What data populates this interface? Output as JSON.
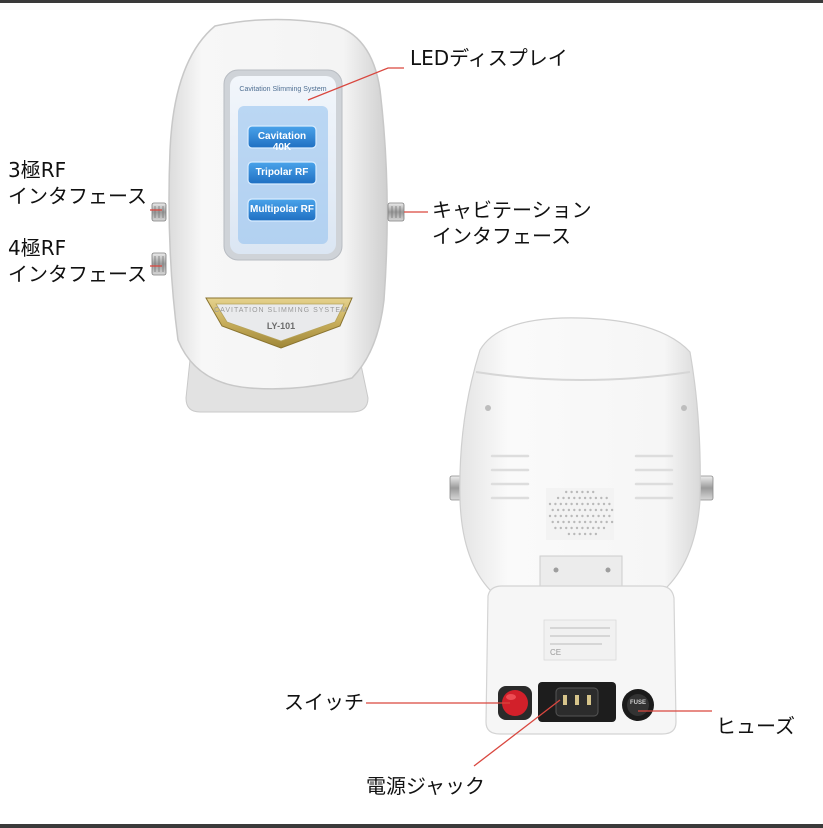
{
  "front_device": {
    "screen_header": "Cavitation Slimming System",
    "mode_buttons": [
      "Cavitation 40K",
      "Tripolar RF",
      "Multipolar RF"
    ],
    "badge_text": "CAVITATION SLIMMING SYSTEM",
    "model": "LY-101"
  },
  "labels": {
    "led_display": "LEDディスプレイ",
    "rf3_line1": "3極RF",
    "rf3_line2": "インタフェース",
    "rf4_line1": "4極RF",
    "rf4_line2": "インタフェース",
    "cavitation_line1": "キャビテーション",
    "cavitation_line2": "インタフェース",
    "switch": "スイッチ",
    "fuse": "ヒューズ",
    "power_jack": "電源ジャック"
  },
  "back_device": {
    "fuse_cap_text": "FUSE",
    "certification_marks": "CE"
  },
  "colors": {
    "leader_line": "#d9473f",
    "screen_blue": "#2e86d6",
    "switch_red": "#d2202a"
  }
}
